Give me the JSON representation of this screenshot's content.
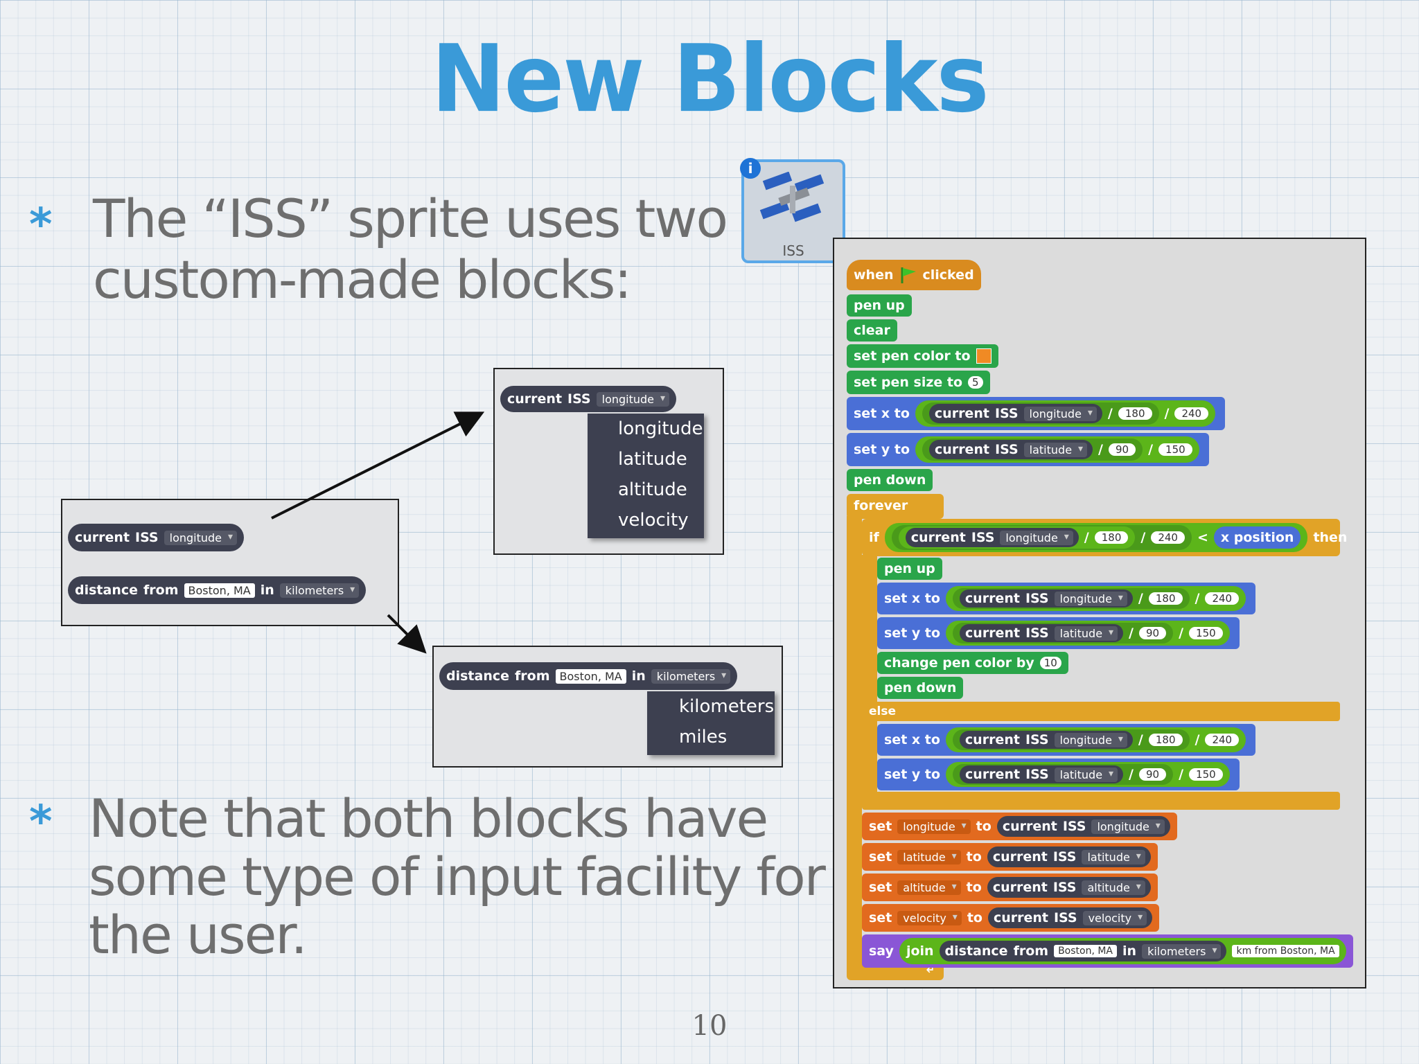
{
  "slide": {
    "title": "New Blocks",
    "bullet1": {
      "star": "*",
      "line1": "The “ISS” sprite uses two",
      "line2": "custom-made blocks:"
    },
    "bullet2": {
      "star": "*",
      "line1": "Note that both blocks have",
      "line2": "some type of input facility for",
      "line3": "the user."
    },
    "page_number": "10"
  },
  "sprite": {
    "label": "ISS",
    "info": "i"
  },
  "left_frame": {
    "block1": {
      "word1": "current",
      "word2": "ISS",
      "dropdown": "longitude"
    },
    "block2": {
      "word1": "distance",
      "word2": "from",
      "input": "Boston, MA",
      "word3": "in",
      "dropdown": "kilometers"
    }
  },
  "top_popup": {
    "block": {
      "word1": "current",
      "word2": "ISS",
      "dropdown": "longitude"
    },
    "menu": [
      "longitude",
      "latitude",
      "altitude",
      "velocity"
    ]
  },
  "bottom_popup": {
    "block": {
      "word1": "distance",
      "word2": "from",
      "input": "Boston, MA",
      "word3": "in",
      "dropdown": "kilometers"
    },
    "menu": [
      "kilometers",
      "miles"
    ]
  },
  "script": {
    "when_clicked": {
      "w1": "when",
      "w2": "clicked"
    },
    "pen_up": "pen up",
    "clear": "clear",
    "set_pen_color": "set pen color to",
    "set_pen_size": {
      "text": "set pen size to",
      "value": "5"
    },
    "set_x": {
      "text": "set x to",
      "cur": "current",
      "iss": "ISS",
      "dd": "longitude",
      "div": "/",
      "a": "180",
      "b": "240"
    },
    "set_y": {
      "text": "set y to",
      "cur": "current",
      "iss": "ISS",
      "dd": "latitude",
      "div": "/",
      "a": "90",
      "b": "150"
    },
    "pen_down": "pen down",
    "forever": "forever",
    "if_block": {
      "if": "if",
      "cur": "current",
      "iss": "ISS",
      "dd": "longitude",
      "div": "/",
      "a": "180",
      "b": "240",
      "lt": "<",
      "xpos": "x position",
      "then": "then"
    },
    "change_pen": {
      "text": "change pen color by",
      "value": "10"
    },
    "else": "else",
    "set_vars": [
      {
        "set": "set",
        "var": "longitude",
        "to": "to",
        "cur": "current",
        "iss": "ISS",
        "dd": "longitude"
      },
      {
        "set": "set",
        "var": "latitude",
        "to": "to",
        "cur": "current",
        "iss": "ISS",
        "dd": "latitude"
      },
      {
        "set": "set",
        "var": "altitude",
        "to": "to",
        "cur": "current",
        "iss": "ISS",
        "dd": "altitude"
      },
      {
        "set": "set",
        "var": "velocity",
        "to": "to",
        "cur": "current",
        "iss": "ISS",
        "dd": "velocity"
      }
    ],
    "say": {
      "say": "say",
      "join": "join",
      "dist": "distance",
      "from": "from",
      "input": "Boston, MA",
      "in": "in",
      "dd": "kilometers",
      "tail": "km from Boston, MA"
    },
    "loop_arrow": "↲"
  },
  "colors": {
    "title": "#3a9ad8",
    "reporter": "#3d4050",
    "events": "#d98b1f",
    "pen": "#2aa54a",
    "motion": "#4a6fd6",
    "control": "#e1a327",
    "data": "#e26a1f",
    "looks": "#8a56d6",
    "operators": "#5cb51a"
  }
}
